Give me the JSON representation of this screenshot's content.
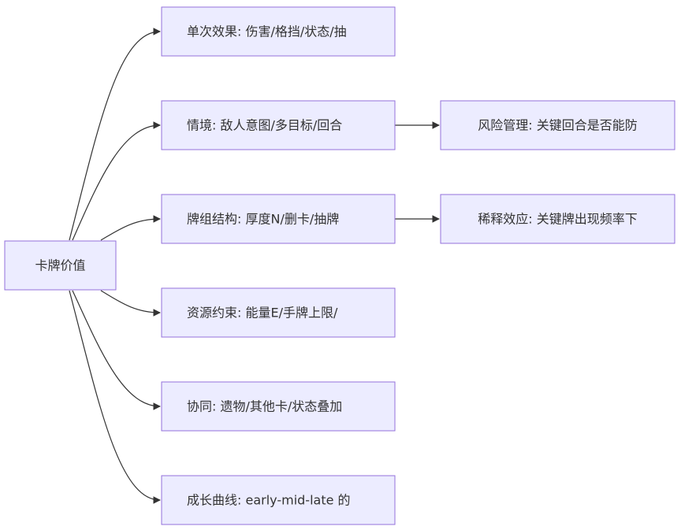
{
  "diagram": {
    "root": {
      "label": "卡牌价值"
    },
    "branches": [
      {
        "label": "单次效果: 伤害/格挡/状态/抽"
      },
      {
        "label": "情境: 敌人意图/多目标/回合"
      },
      {
        "label": "牌组结构: 厚度N/删卡/抽牌"
      },
      {
        "label": "资源约束: 能量E/手牌上限/"
      },
      {
        "label": "协同: 遗物/其他卡/状态叠加"
      },
      {
        "label": "成长曲线: early-mid-late 的"
      }
    ],
    "followups": [
      {
        "label": "风险管理: 关键回合是否能防"
      },
      {
        "label": "稀释效应: 关键牌出现频率下"
      }
    ]
  }
}
